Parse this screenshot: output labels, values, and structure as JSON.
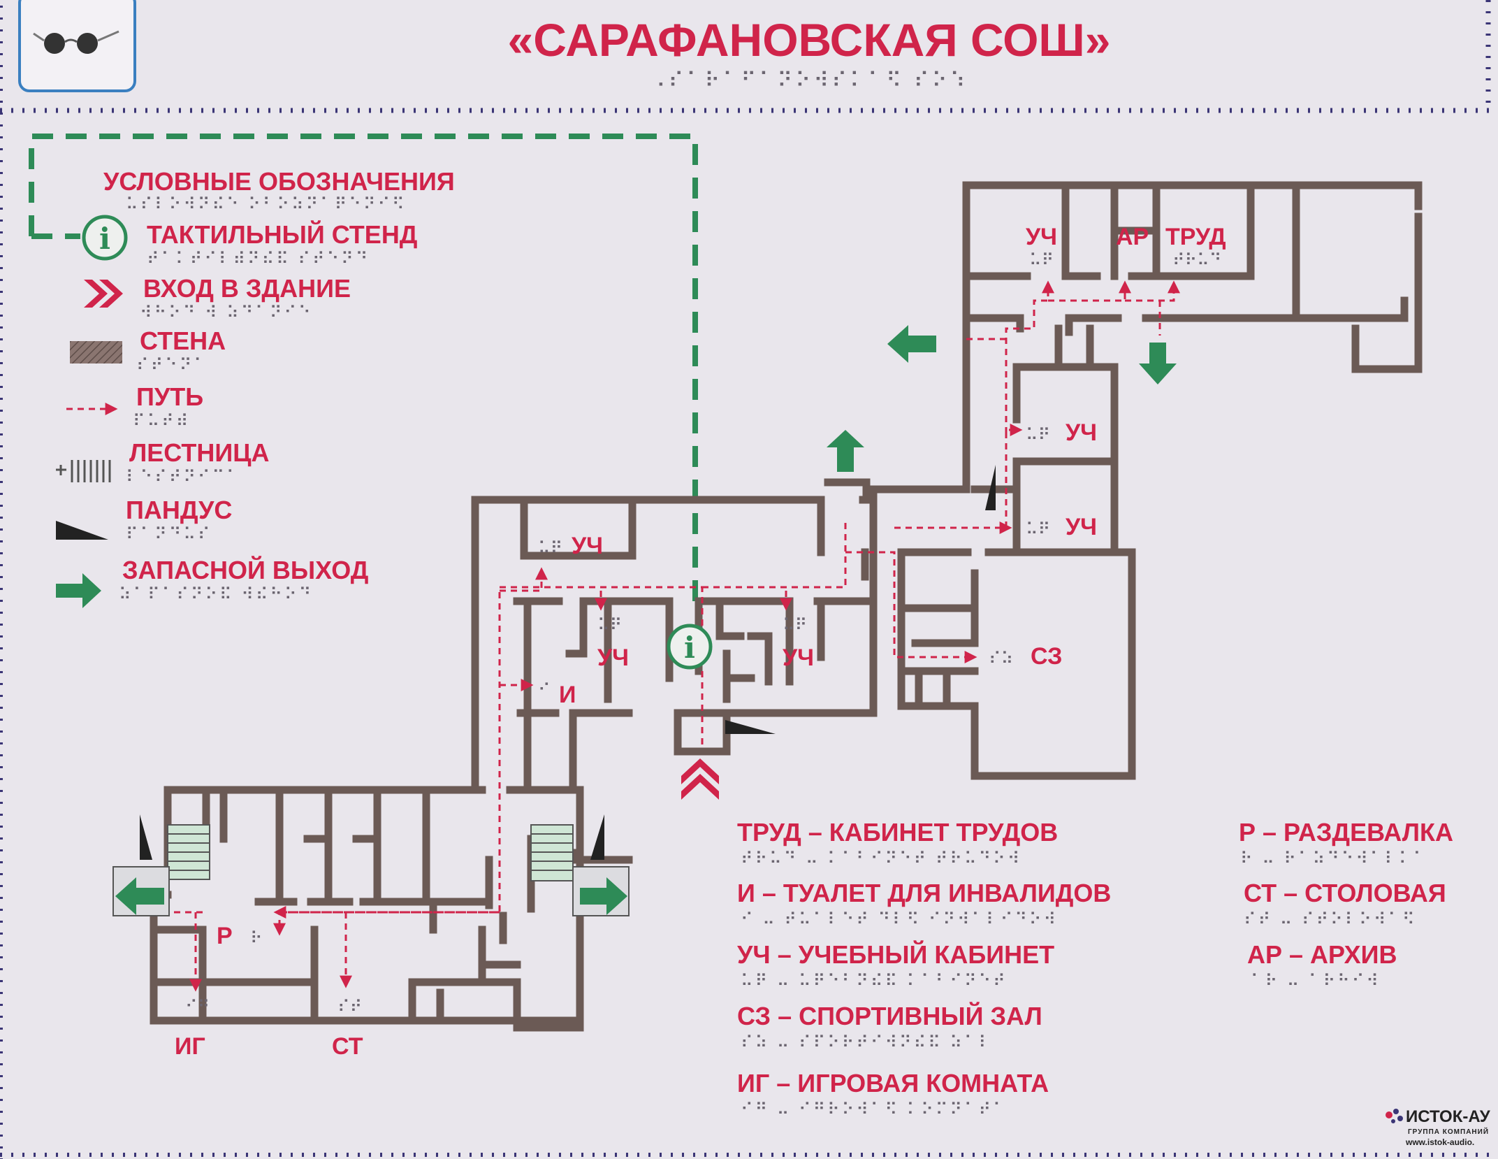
{
  "title": "«САРАФАНОВСКАЯ СОШ»",
  "title_braille": "⠠⠎⠁⠗⠁⠋⠁⠝⠕⠺⠎⠅⠁⠫ ⠎⠕⠱",
  "legend": {
    "heading": "УСЛОВНЫЕ ОБОЗНАЧЕНИЯ",
    "heading_braille": "⠥⠎⠇⠕⠺⠝⠮⠑ ⠕⠃⠕⠵⠝⠁⠟⠑⠝⠊⠫",
    "items": [
      {
        "icon": "info-stand-icon",
        "label": "ТАКТИЛЬНЫЙ СТЕНД",
        "braille": "⠞⠁⠅⠞⠊⠇⠾⠝⠮⠯ ⠎⠞⠑⠝⠙"
      },
      {
        "icon": "entrance-chevrons-icon",
        "label": "ВХОД В ЗДАНИЕ",
        "braille": "⠺⠓⠕⠙ ⠺ ⠵⠙⠁⠝⠊⠑"
      },
      {
        "icon": "wall-swatch-icon",
        "label": "СТЕНА",
        "braille": "⠎⠞⠑⠝⠁"
      },
      {
        "icon": "path-arrow-icon",
        "label": "ПУТЬ",
        "braille": "⠏⠥⠞⠾"
      },
      {
        "icon": "stairs-icon",
        "label": "ЛЕСТНИЦА",
        "braille": "⠇⠑⠎⠞⠝⠊⠉⠁"
      },
      {
        "icon": "ramp-icon",
        "label": "ПАНДУС",
        "braille": "⠏⠁⠝⠙⠥⠎"
      },
      {
        "icon": "emergency-exit-arrow-icon",
        "label": "ЗАПАСНОЙ ВЫХОД",
        "braille": "⠵⠁⠏⠁⠎⠝⠕⠯ ⠺⠮⠓⠕⠙"
      }
    ]
  },
  "rooms": {
    "uch": "УЧ",
    "ar": "АР",
    "trud": "ТРУД",
    "sz": "СЗ",
    "i": "И",
    "r": "Р",
    "ig": "ИГ",
    "st": "СТ",
    "uch_braille": "⠥⠟",
    "sz_braille": "⠎⠵",
    "i_braille": "⠊",
    "r_braille": "⠗",
    "ig_braille": "⠊⠛",
    "st_braille": "⠎⠞",
    "trud_braille": "⠞⠗⠥⠙"
  },
  "abbreviations": [
    {
      "text": "ТРУД – КАБИНЕТ ТРУДОВ",
      "braille": "⠞⠗⠥⠙ ⠤ ⠅⠁⠃⠊⠝⠑⠞ ⠞⠗⠥⠙⠕⠺"
    },
    {
      "text": "И – ТУАЛЕТ ДЛЯ ИНВАЛИДОВ",
      "braille": "⠊ ⠤ ⠞⠥⠁⠇⠑⠞ ⠙⠇⠫ ⠊⠝⠺⠁⠇⠊⠙⠕⠺"
    },
    {
      "text": "УЧ – УЧЕБНЫЙ КАБИНЕТ",
      "braille": "⠥⠟ ⠤ ⠥⠟⠑⠃⠝⠮⠯ ⠅⠁⠃⠊⠝⠑⠞"
    },
    {
      "text": "СЗ – СПОРТИВНЫЙ ЗАЛ",
      "braille": "⠎⠵ ⠤ ⠎⠏⠕⠗⠞⠊⠺⠝⠮⠯ ⠵⠁⠇"
    },
    {
      "text": "ИГ – ИГРОВАЯ КОМНАТА",
      "braille": "⠊⠛ ⠤ ⠊⠛⠗⠕⠺⠁⠫ ⠅⠕⠍⠝⠁⠞⠁"
    }
  ],
  "abbreviations_right": [
    {
      "text": "Р – РАЗДЕВАЛКА",
      "braille": "⠗ ⠤ ⠗⠁⠵⠙⠑⠺⠁⠇⠅⠁"
    },
    {
      "text": "СТ – СТОЛОВАЯ",
      "braille": "⠎⠞ ⠤ ⠎⠞⠕⠇⠕⠺⠁⠫"
    },
    {
      "text": "АР – АРХИВ",
      "braille": "⠁⠗ ⠤ ⠁⠗⠓⠊⠺"
    }
  ],
  "brand": {
    "name": "ИСТОК-АУ",
    "sub": "ГРУППА КОМПАНИЙ",
    "url": "www.istok-audio."
  },
  "colors": {
    "accent_red": "#d0244a",
    "wall": "#6b5a55",
    "exit_green": "#2e8b57",
    "background": "#e9e6ec"
  }
}
